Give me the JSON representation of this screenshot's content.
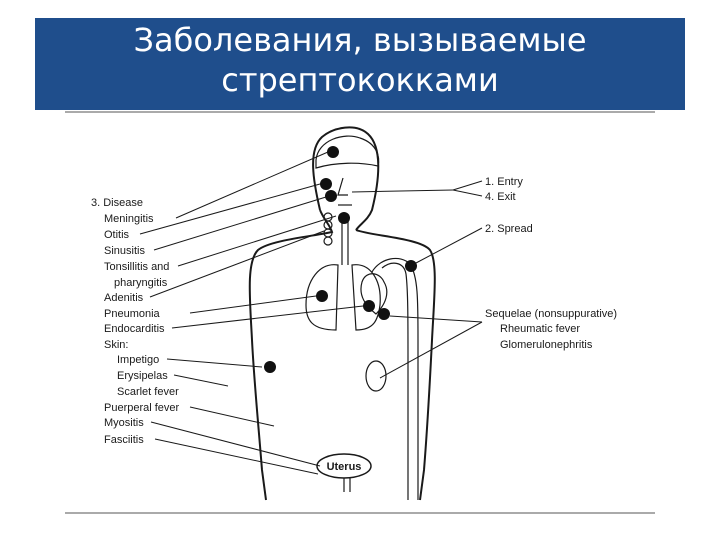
{
  "title": {
    "line1": "Заболевания, вызываемые",
    "line2": "стрептококками"
  },
  "colors": {
    "title_bar": "#1f4e8c",
    "title_text": "#ffffff",
    "lines": "#1a1a1a"
  },
  "left_labels": {
    "disease_heading": "3. Disease",
    "meningitis": "Meningitis",
    "otitis": "Otitis",
    "sinusitis": "Sinusitis",
    "tonsillitis": "Tonsillitis and",
    "pharyngitis": "pharyngitis",
    "adenitis": "Adenitis",
    "pneumonia": "Pneumonia",
    "endocarditis": "Endocarditis",
    "skin": "Skin:",
    "impetigo": "Impetigo",
    "erysipelas": "Erysipelas",
    "scarlet_fever": "Scarlet fever",
    "puerperal_fever": "Puerperal fever",
    "myositis": "Myositis",
    "fasciitis": "Fasciitis"
  },
  "right_labels": {
    "entry": "1. Entry",
    "exit": "4. Exit",
    "spread": "2. Spread",
    "sequelae": "Sequelae (nonsuppurative)",
    "rheumatic_fever": "Rheumatic fever",
    "glomerulonephritis": "Glomerulonephritis"
  },
  "uterus_label": "Uterus"
}
